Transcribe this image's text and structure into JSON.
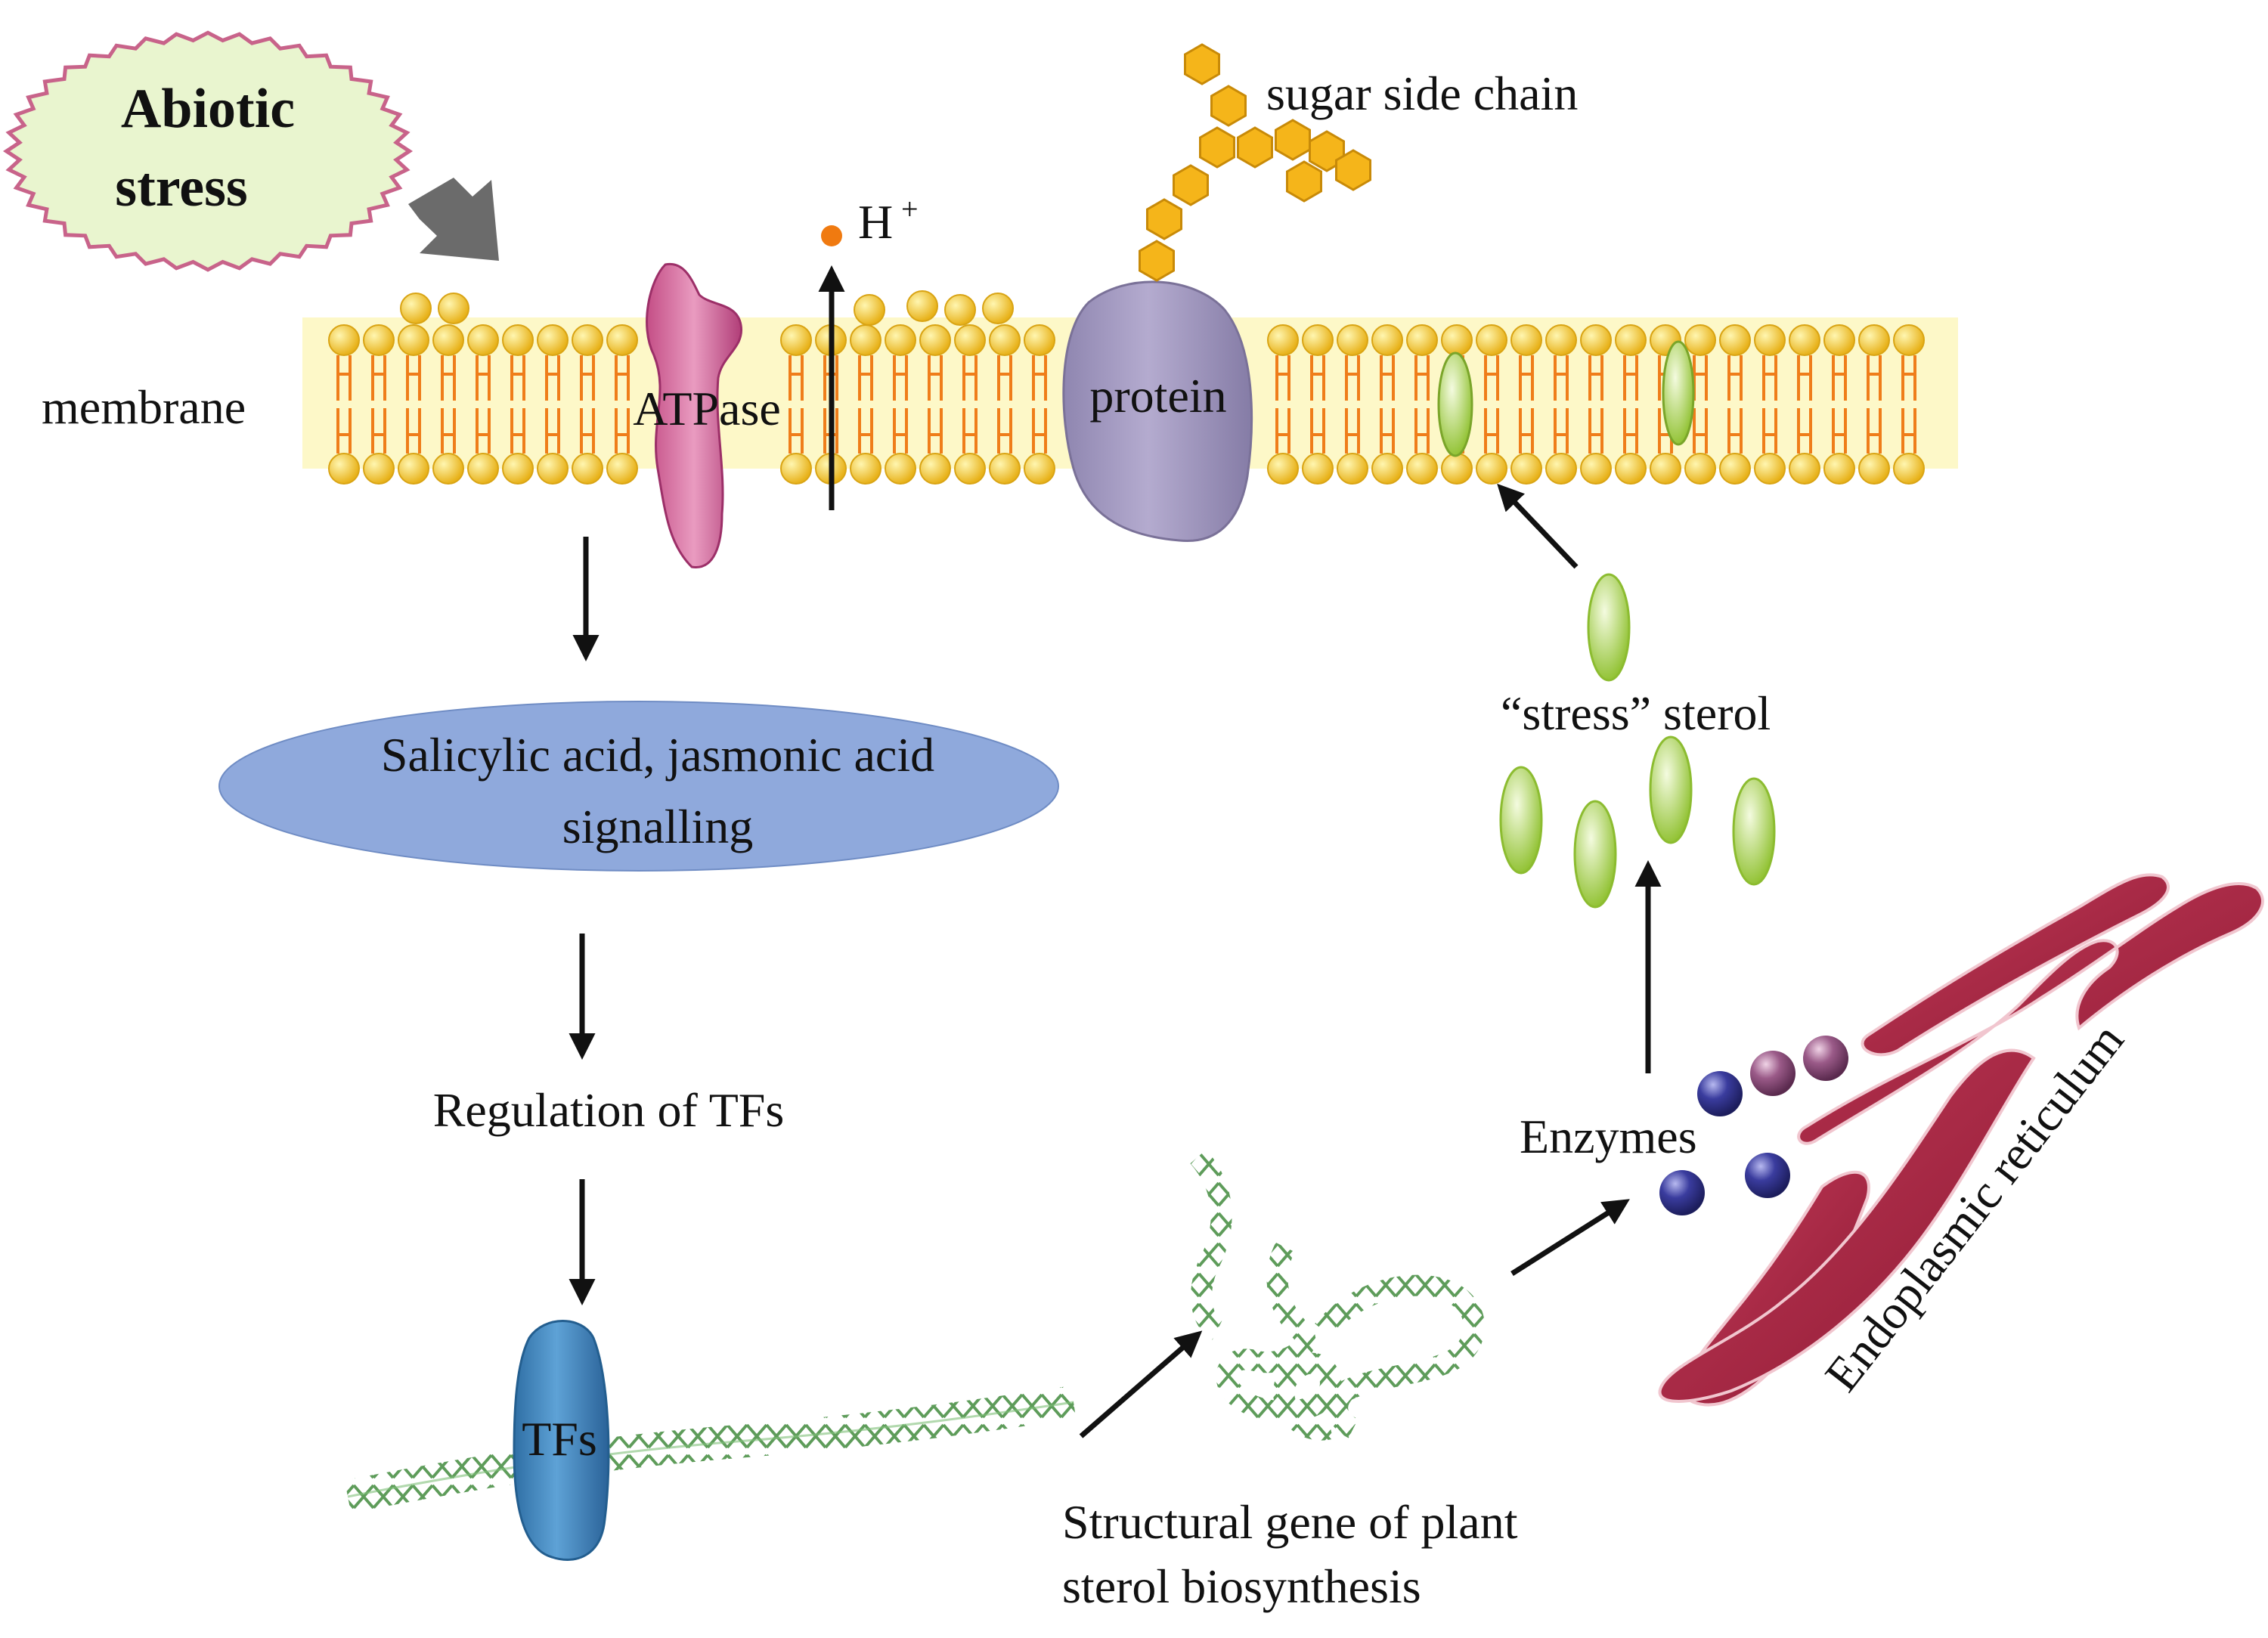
{
  "labels": {
    "abiotic_stress_line1": "Abiotic",
    "abiotic_stress_line2": "stress",
    "membrane": "membrane",
    "atpase": "ATPase",
    "proton": "H",
    "proton_sup": "+",
    "protein": "protein",
    "sugar_side_chain": "sugar side chain",
    "signalling_line1": "Salicylic acid, jasmonic acid",
    "signalling_line2": "signalling",
    "regulation_of_tfs": "Regulation of TFs",
    "tfs": "TFs",
    "structural_gene_line1": "Structural gene of plant",
    "structural_gene_line2": "sterol biosynthesis",
    "enzymes": "Enzymes",
    "stress_sterol": "“stress” sterol",
    "endoplasmic_reticulum": "Endoplasmic reticulum"
  },
  "colors": {
    "stress_bubble_fill": "#e9f5cf",
    "stress_bubble_edge": "#c8638a",
    "lipid_head": "#f5c92a",
    "lipid_tail": "#ef7d1a",
    "membrane_band": "#fdf8c8",
    "atpase": "#d4679a",
    "protein": "#a69cc1",
    "sugar": "#f5b51a",
    "signalling_ellipse": "#8fa9dc",
    "tf": "#3a7fb8",
    "dna": "#6fa86a",
    "sterol": "#a9d14a",
    "enzyme_blue": "#2e2f8c",
    "enzyme_purple": "#8a4a78",
    "er": "#a8233f",
    "arrow": "#111111"
  }
}
